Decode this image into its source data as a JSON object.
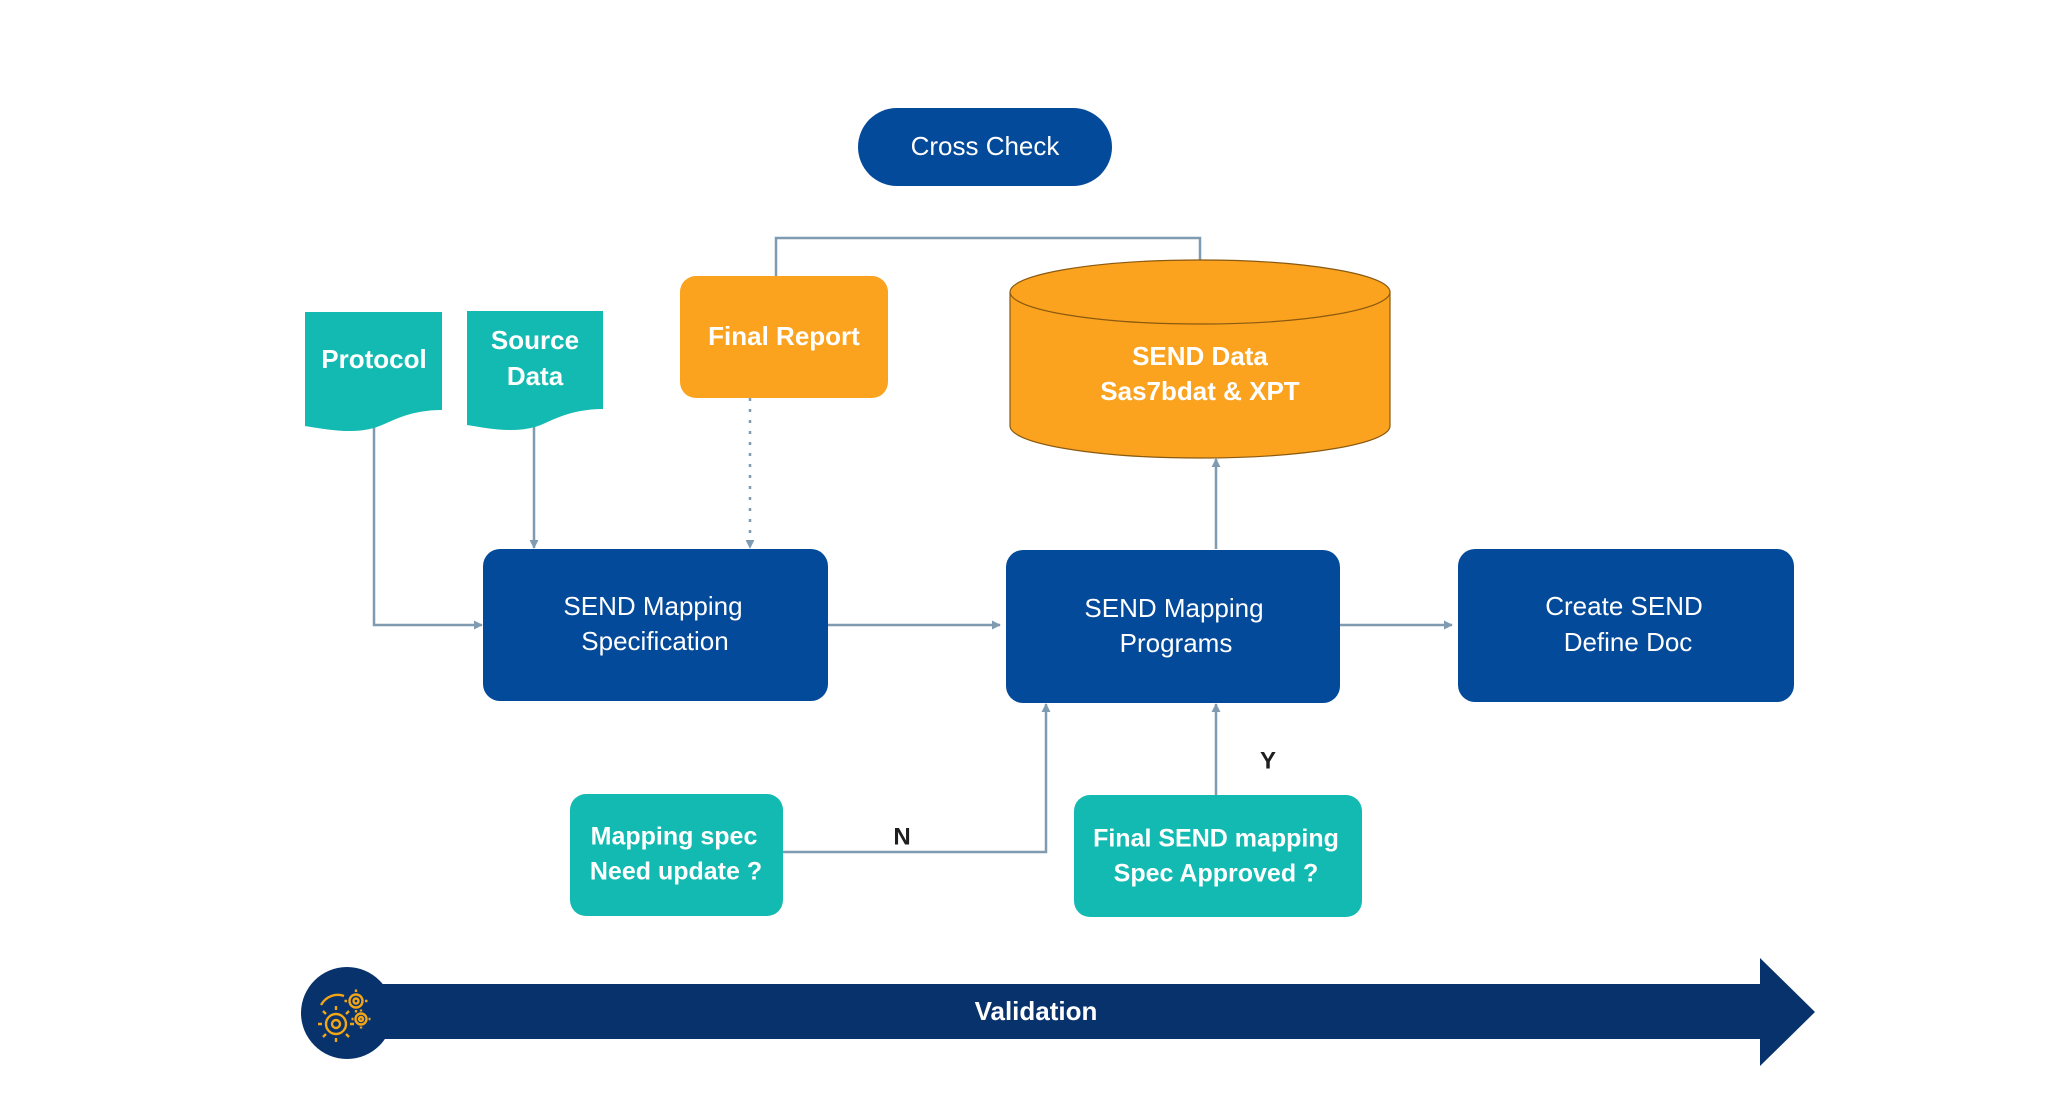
{
  "colors": {
    "navy": "#044A9A",
    "teal": "#13BAB1",
    "orange": "#FBA21F",
    "connector": "#7F9BB1",
    "arrow_band": "#07326C",
    "white": "#FFFFFF",
    "dark_text": "#1F1F1F",
    "gear_icon": "#F2A516"
  },
  "nodes": {
    "cross_check": {
      "line1": "Cross Check"
    },
    "protocol": {
      "line1": "Protocol"
    },
    "source_data": {
      "line1": "Source",
      "line2": "Data"
    },
    "final_report": {
      "line1": "Final Report"
    },
    "send_data": {
      "line1": "SEND Data",
      "line2": "Sas7bdat & XPT"
    },
    "mapping_spec": {
      "line1": "SEND Mapping",
      "line2": "Specification"
    },
    "mapping_programs": {
      "line1": "SEND Mapping",
      "line2": "Programs"
    },
    "define_doc": {
      "line1": "Create SEND",
      "line2": "Define Doc"
    },
    "spec_update": {
      "line1": "Mapping spec",
      "line2": "Need update ?"
    },
    "spec_approved": {
      "line1": "Final SEND mapping",
      "line2": "Spec Approved ?"
    }
  },
  "edge_labels": {
    "no": "N",
    "yes": "Y"
  },
  "validation_bar": {
    "label": "Validation",
    "icon": "gears-icon"
  }
}
